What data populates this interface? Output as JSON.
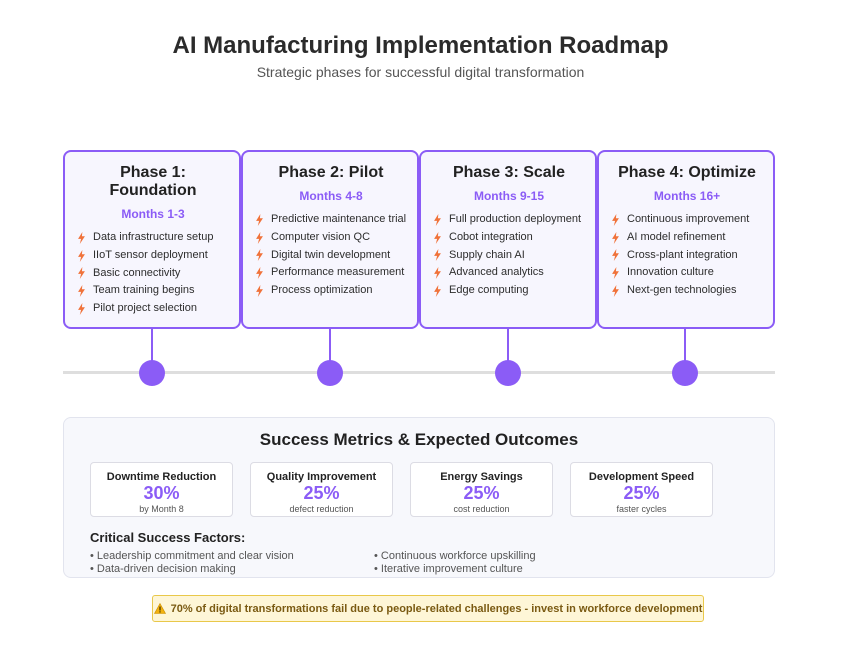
{
  "header": {
    "title": "AI Manufacturing Implementation Roadmap",
    "subtitle": "Strategic phases for successful digital transformation"
  },
  "phases": [
    {
      "title": "Phase 1: Foundation",
      "months": "Months 1-3",
      "items": [
        "Data infrastructure setup",
        "IIoT sensor deployment",
        "Basic connectivity",
        "Team training begins",
        "Pilot project selection"
      ]
    },
    {
      "title": "Phase 2: Pilot",
      "months": "Months 4-8",
      "items": [
        "Predictive maintenance trial",
        "Computer vision QC",
        "Digital twin development",
        "Performance measurement",
        "Process optimization"
      ]
    },
    {
      "title": "Phase 3: Scale",
      "months": "Months 9-15",
      "items": [
        "Full production deployment",
        "Cobot integration",
        "Supply chain AI",
        "Advanced analytics",
        "Edge computing"
      ]
    },
    {
      "title": "Phase 4: Optimize",
      "months": "Months 16+",
      "items": [
        "Continuous improvement",
        "AI model refinement",
        "Cross-plant integration",
        "Innovation culture",
        "Next-gen technologies"
      ]
    }
  ],
  "metrics": {
    "title": "Success Metrics & Expected Outcomes",
    "cards": [
      {
        "label": "Downtime Reduction",
        "value": "30%",
        "note": "by Month 8"
      },
      {
        "label": "Quality Improvement",
        "value": "25%",
        "note": "defect reduction"
      },
      {
        "label": "Energy Savings",
        "value": "25%",
        "note": "cost reduction"
      },
      {
        "label": "Development Speed",
        "value": "25%",
        "note": "faster cycles"
      }
    ],
    "factors_title": "Critical Success Factors:",
    "factors": [
      "• Leadership commitment and clear vision",
      "• Data-driven decision making",
      "• Continuous workforce upskilling",
      "• Iterative improvement culture"
    ]
  },
  "warning": {
    "text": "70% of digital transformations fail due to people-related challenges - invest in workforce development"
  },
  "colors": {
    "accent": "#8b5cf6",
    "bolt": "#f0723a",
    "warning_bg": "#fef6d7",
    "warning_border": "#e9c84a"
  },
  "icons": {
    "item": "lightning-bolt-icon",
    "warning": "warning-triangle-icon"
  }
}
